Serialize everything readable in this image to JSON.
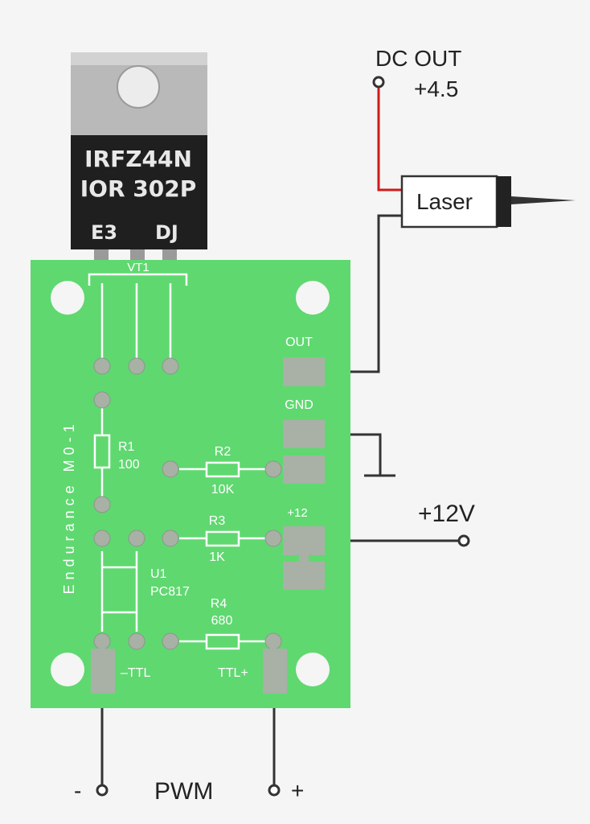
{
  "colors": {
    "background": "#f5f5f5",
    "pcb": "#5fd870",
    "silkscreen": "#ffffff",
    "pad": "#a9b0a6",
    "mosfet_body": "#1f1f1f",
    "mosfet_tab": "#b9b9b9",
    "wire": "#333333",
    "wire_positive": "#d01a1a"
  },
  "mosfet": {
    "line1": "IRFZ44N",
    "line2": "IOR 302P",
    "left_mark": "E3",
    "right_mark": "DJ"
  },
  "pcb": {
    "vt1_label": "VT1",
    "brand": "Endurance M0-1",
    "r1": {
      "name": "R1",
      "value": "100"
    },
    "r2": {
      "name": "R2",
      "value": "10K"
    },
    "r3": {
      "name": "R3",
      "value": "1K"
    },
    "r4": {
      "name": "R4",
      "value": "680"
    },
    "u1": {
      "name": "U1",
      "value": "PC817"
    },
    "pad_out": "OUT",
    "pad_gnd": "GND",
    "pad_plus12": "+12",
    "pad_ttl_minus": "–TTL",
    "pad_ttl_plus": "TTL+"
  },
  "external": {
    "dc_out": "DC OUT",
    "dc_out_voltage": "+4.5",
    "laser": "Laser",
    "supply": "+12V",
    "pwm": "PWM",
    "pwm_minus": "-",
    "pwm_plus": "+"
  }
}
